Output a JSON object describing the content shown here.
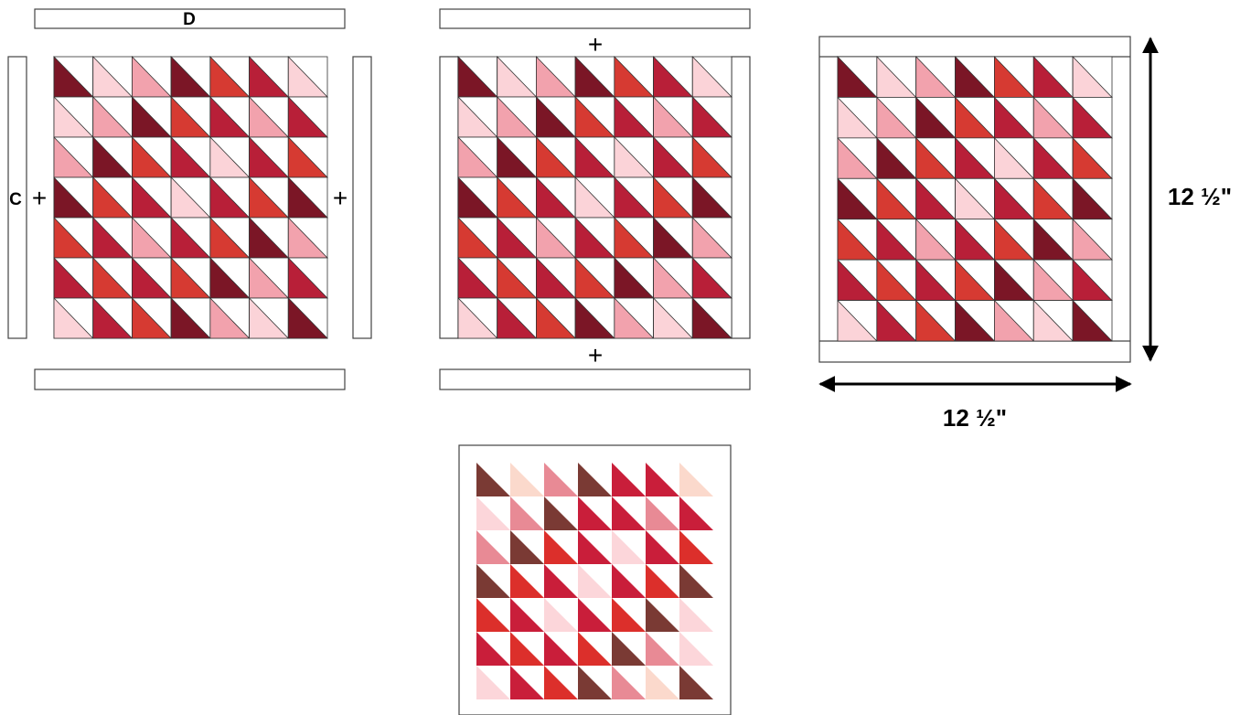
{
  "labels": {
    "strip_top_letter": "D",
    "strip_side_letter": "C",
    "plus": "+",
    "height_dimension": "12 ½\"",
    "width_dimension": "12 ½\""
  },
  "colors": {
    "maroon": "#7b1626",
    "crimson": "#b81f38",
    "red_orange": "#d63a32",
    "pink": "#f2a2ad",
    "light_pink": "#fbd3d8",
    "white": "#ffffff",
    "outline": "#333333",
    "final_maroon": "#7a3a34",
    "final_crimson": "#c91e3a",
    "final_red": "#dc2f2b",
    "final_pink": "#e88a95",
    "final_light_pink": "#fcd6da",
    "final_peach": "#fbd9cc"
  },
  "block_grid": {
    "rows": 7,
    "cols": 7,
    "triangle_colors": [
      [
        "maroon",
        "light_pink",
        "pink",
        "maroon",
        "red_orange",
        "crimson",
        "light_pink"
      ],
      [
        "light_pink",
        "pink",
        "maroon",
        "red_orange",
        "crimson",
        "pink",
        "crimson"
      ],
      [
        "pink",
        "maroon",
        "red_orange",
        "crimson",
        "light_pink",
        "crimson",
        "red_orange"
      ],
      [
        "maroon",
        "red_orange",
        "crimson",
        "light_pink",
        "crimson",
        "red_orange",
        "maroon"
      ],
      [
        "red_orange",
        "crimson",
        "pink",
        "crimson",
        "red_orange",
        "maroon",
        "pink"
      ],
      [
        "crimson",
        "red_orange",
        "crimson",
        "red_orange",
        "maroon",
        "pink",
        "crimson"
      ],
      [
        "light_pink",
        "crimson",
        "red_orange",
        "maroon",
        "pink",
        "light_pink",
        "maroon"
      ]
    ],
    "final_triangle_colors": [
      [
        "final_maroon",
        "final_peach",
        "final_pink",
        "final_maroon",
        "final_crimson",
        "final_crimson",
        "final_peach"
      ],
      [
        "final_light_pink",
        "final_pink",
        "final_maroon",
        "final_crimson",
        "final_crimson",
        "final_pink",
        "final_crimson"
      ],
      [
        "final_pink",
        "final_maroon",
        "final_red",
        "final_crimson",
        "final_light_pink",
        "final_crimson",
        "final_red"
      ],
      [
        "final_maroon",
        "final_red",
        "final_crimson",
        "final_light_pink",
        "final_crimson",
        "final_red",
        "final_maroon"
      ],
      [
        "final_red",
        "final_crimson",
        "final_light_pink",
        "final_crimson",
        "final_red",
        "final_maroon",
        "final_light_pink"
      ],
      [
        "final_crimson",
        "final_red",
        "final_crimson",
        "final_red",
        "final_maroon",
        "final_pink",
        "final_light_pink"
      ],
      [
        "final_light_pink",
        "final_crimson",
        "final_red",
        "final_maroon",
        "final_pink",
        "final_peach",
        "final_maroon"
      ]
    ]
  }
}
